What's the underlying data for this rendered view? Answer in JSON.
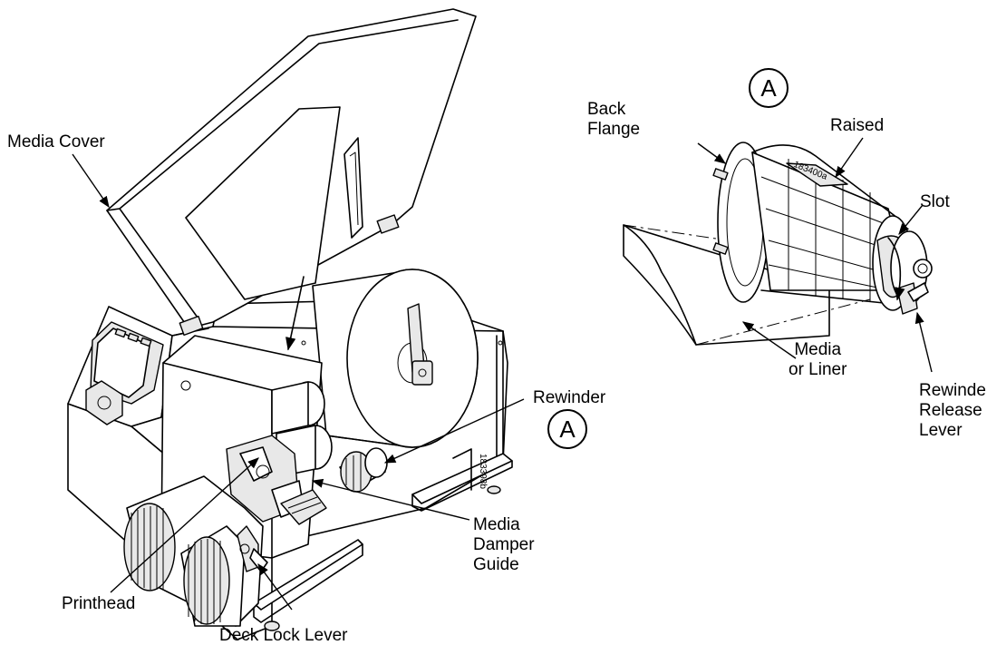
{
  "labels": {
    "media_cover": "Media Cover",
    "back_flange": "Back\nFlange",
    "raised": "Raised",
    "slot": "Slot",
    "media_or_liner": "Media\nor Liner",
    "rewinder_release_lever": "Rewinder\nRelease\nLever",
    "rewinder": "Rewinder",
    "media_damper_guide": "Media\nDamper\nGuide",
    "printhead": "Printhead",
    "deck_lock_lever": "Deck Lock Lever"
  },
  "callouts": {
    "circle_top": "A",
    "circle_rewinder": "A"
  },
  "part_numbers": {
    "printer_figure": "183398b",
    "rewinder_figure": "183400a"
  }
}
